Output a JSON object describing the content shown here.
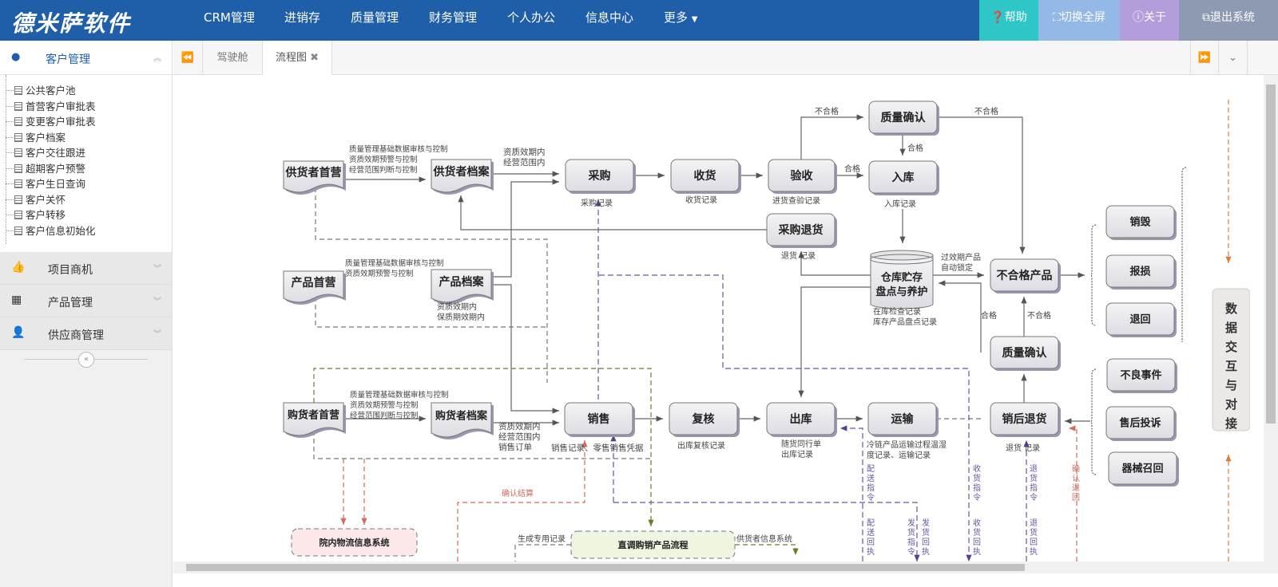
{
  "app": {
    "logo": "德米萨软件"
  },
  "nav": [
    "CRM管理",
    "进销存",
    "质量管理",
    "财务管理",
    "个人办公",
    "信息中心",
    "更多"
  ],
  "toolbar": {
    "help": "帮助",
    "fullscreen": "切换全屏",
    "about": "关于",
    "logout": "退出系统",
    "colors": {
      "help": "#2ec6c6",
      "fullscreen": "#94b9e6",
      "about": "#b39ddb",
      "logout": "#8e9ab2",
      "nav": "#1f5fa9"
    }
  },
  "sidebar": {
    "title": "客户管理",
    "items": [
      "公共客户池",
      "首营客户审批表",
      "变更客户审批表",
      "客户档案",
      "客户交往跟进",
      "超期客户预警",
      "客户生日查询",
      "客户关怀",
      "客户转移",
      "客户信息初始化"
    ],
    "sections": [
      "项目商机",
      "产品管理",
      "供应商管理"
    ]
  },
  "tabs": [
    "驾驶舱",
    "流程图"
  ],
  "flow": {
    "nodes": {
      "supplier_first": "供货者首营",
      "supplier_file": "供货者档案",
      "purchase": "采购",
      "receive": "收货",
      "inspect": "验收",
      "qc_top": "质量确认",
      "stock_in": "入库",
      "purchase_return": "采购退货",
      "warehouse": "仓库贮存\n盘点与养护",
      "unqualified": "不合格产品",
      "qc_bottom": "质量确认",
      "product_first": "产品首营",
      "product_file": "产品档案",
      "buyer_first": "购货者首营",
      "buyer_file": "购货者档案",
      "sales": "销售",
      "review": "复核",
      "outbound": "出库",
      "transport": "运输",
      "aftersale_return": "销后退货",
      "destroy": "销毁",
      "damage": "报损",
      "return_back": "退回",
      "adverse": "不良事件",
      "complaint": "售后投诉",
      "recall": "器械召回",
      "data_exchange": "数据交互与对接",
      "hospital_system": "院内物流信息系统",
      "direct_flow": "直调购销产品流程"
    },
    "labels": {
      "l1": "质量管理基础数据审核与控制\n资质效期预警与控制\n经营范围判断与控制",
      "l2": "资质效期内\n经营范围内",
      "l3": "采购记录",
      "l4": "收货记录",
      "l5": "进货查验记录",
      "l6": "入库记录",
      "l7": "不合格",
      "l8": "不合格",
      "l9": "合格",
      "l10": "合格",
      "l11": "退货 记录",
      "l12": "过效期产品\n自动锁定",
      "l13": "在库检查记录\n库存产品盘点记录",
      "l14": "合格",
      "l15": "不合格",
      "l16": "质量管理基础数据审核与控制\n资质效期预警与控制",
      "l17": "资质效期内\n保质期效期内",
      "l18": "质量管理基础数据审核与控制\n资质效期预警与控制\n经营范围判断与控制",
      "l19": "资质效期内\n经营范围内\n销售订单",
      "l20": "销售记录、零售销售凭据",
      "l21": "出库复核记录",
      "l22": "随货同行单\n出库记录",
      "l23": "冷链产品运输过程温湿\n度记录、运输记录",
      "l24": "退货 记录",
      "l25": "确认结算",
      "l26": "生成专用记录",
      "l27": "供货者信息系统",
      "v1": "配送指令",
      "v2": "配送回执",
      "v3": "发货指令",
      "v4": "发货回执",
      "v5": "收货指令",
      "v6": "收货回执",
      "v7": "退货指令",
      "v8": "退货回执",
      "v9": "确认退回"
    }
  }
}
